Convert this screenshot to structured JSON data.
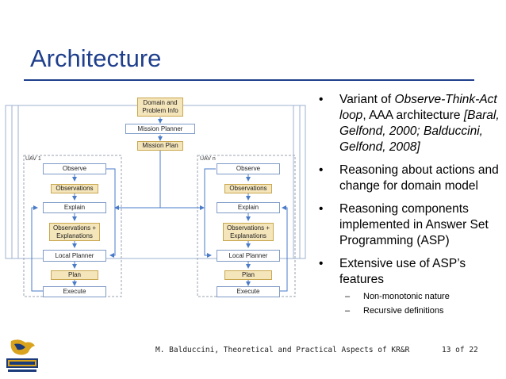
{
  "title": "Architecture",
  "diagram": {
    "top_nodes": {
      "domain_info": "Domain and Problem Info",
      "mission_planner": "Mission Planner",
      "mission_plan": "Mission Plan"
    },
    "uav_left": {
      "label": "UAV 1",
      "observe": "Observe",
      "observations": "Observations",
      "explain": "Explain",
      "obs_expl": "Observations + Explanations",
      "local_planner": "Local Planner",
      "plan": "Plan",
      "execute": "Execute"
    },
    "uav_right": {
      "label": "UAV n",
      "observe": "Observe",
      "observations": "Observations",
      "explain": "Explain",
      "obs_expl": "Observations + Explanations",
      "local_planner": "Local Planner",
      "plan": "Plan",
      "execute": "Execute"
    }
  },
  "bullets": {
    "b1": {
      "dot": "•",
      "text_a": "Variant of ",
      "text_b": "Observe-Think-Act loop",
      "text_c": ", AAA architecture ",
      "text_d": "[Baral, Gelfond, 2000; Balduccini, Gelfond, 2008]"
    },
    "b2": {
      "dot": "•",
      "text": "Reasoning about actions and change for domain model"
    },
    "b3": {
      "dot": "•",
      "text": "Reasoning components implemented in Answer Set Programming (ASP)"
    },
    "b4": {
      "dot": "•",
      "text": "Extensive use of ASP’s features"
    },
    "sub1": {
      "dash": "–",
      "text": "Non-monotonic nature"
    },
    "sub2": {
      "dash": "–",
      "text": "Recursive definitions"
    }
  },
  "footer": {
    "citation": "M. Balduccini, Theoretical and Practical Aspects of KR&R",
    "page": "13 of 22"
  },
  "colors": {
    "title": "#1f3f8c",
    "node_border": "#7f9bc6",
    "tan_fill": "#f5e5ba",
    "arrow": "#4a7bc8"
  }
}
